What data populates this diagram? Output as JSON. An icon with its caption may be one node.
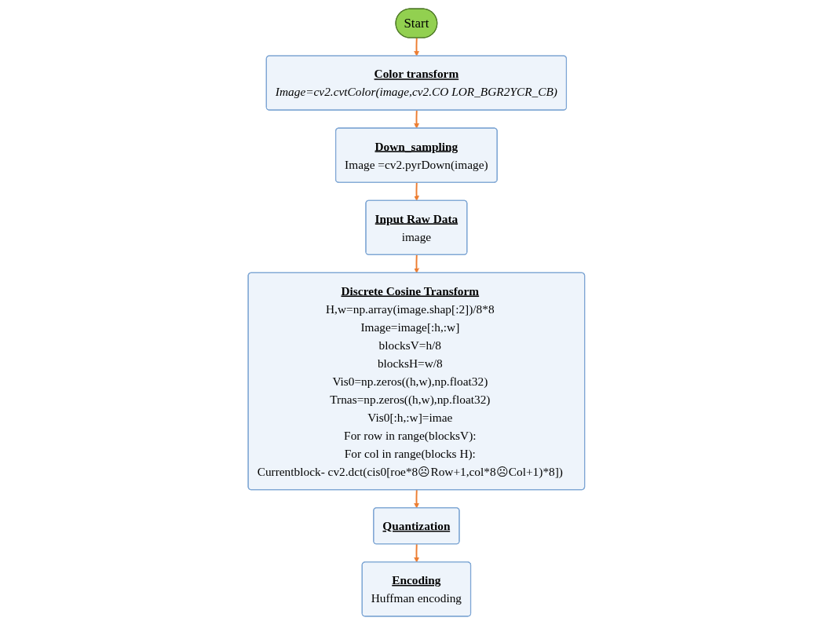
{
  "diagram": {
    "nodes": [
      {
        "text": [
          "Start"
        ]
      },
      {
        "text": [
          "Color transform",
          "Image=cv2.cvtColor(image,cv2.CO LOR_BGR2YCR_CB)"
        ]
      },
      {
        "text": [
          "Down_sampling",
          "Image =cv2.pyrDown(image)"
        ]
      },
      {
        "text": [
          "Input Raw Data",
          "image"
        ]
      },
      {
        "text": [
          "Discrete Cosine Transform",
          "H,w=np.array(image.shap[:2])/8*8",
          "Image=image[:h,:w]",
          "blocksV=h/8",
          "blocksH=w/8",
          "Vis0=np.zeros((h,w),np.float32)",
          "Trnas=np.zeros((h,w),np.float32)",
          "Vis0[:h,:w]=imae",
          "For row in range(blocksV):",
          "For col in range(blocks H):",
          "Currentblock- cv2.dct(cis0[roe*8☹Row+1,col*8☹Col+1)*8])"
        ]
      },
      {
        "text": [
          "Quantization"
        ]
      },
      {
        "text": [
          "Encoding",
          "Huffman encoding"
        ]
      }
    ],
    "edges": [
      {
        "from": 0,
        "to": 1,
        "arrow": "to"
      },
      {
        "from": 1,
        "to": 2,
        "arrow": "to"
      },
      {
        "from": 2,
        "to": 3,
        "arrow": "to"
      },
      {
        "from": 3,
        "to": 4,
        "arrow": "to"
      },
      {
        "from": 4,
        "to": 5,
        "arrow": "to"
      },
      {
        "from": 5,
        "to": 6,
        "arrow": "to"
      }
    ]
  }
}
